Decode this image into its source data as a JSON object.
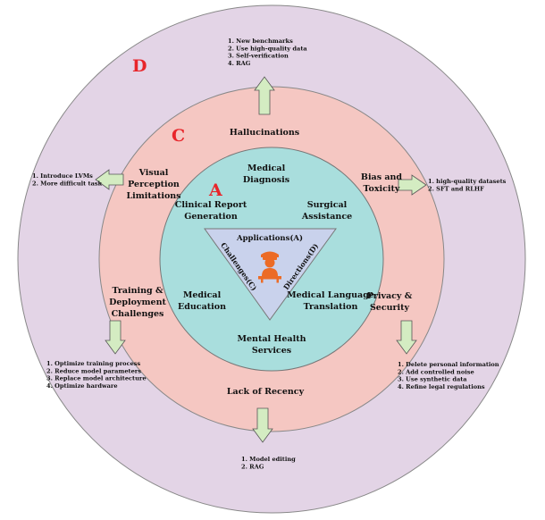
{
  "colors": {
    "outer_ring": "#e3d4e6",
    "middle_ring": "#f5c7c2",
    "inner_circle": "#a9dedd",
    "triangle": "#c9d2ec",
    "arrow": "#d4ecc2",
    "letter_red": "#e8252a",
    "person": "#ec6b25",
    "stroke": "#555555"
  },
  "letters": {
    "d": "D",
    "c": "C",
    "a": "A"
  },
  "applications": {
    "diagnosis": [
      "Medical",
      "Diagnosis"
    ],
    "report": [
      "Clinical Report",
      "Generation"
    ],
    "surgical": [
      "Surgical",
      "Assistance"
    ],
    "education": [
      "Medical",
      "Education"
    ],
    "translation": [
      "Medical Language",
      "Translation"
    ],
    "mental": [
      "Mental Health",
      "Services"
    ]
  },
  "triangle": {
    "top": "Applications(A)",
    "left": "Challenges(C)",
    "right": "Directions(D)",
    "icon": "doctor-icon"
  },
  "challenges": {
    "hallucinations": [
      "Hallucinations"
    ],
    "visual": [
      "Visual",
      "Perception",
      "Limitations"
    ],
    "bias": [
      "Bias and",
      "Toxicity"
    ],
    "training": [
      "Training &",
      "Deployment",
      "Challenges"
    ],
    "privacy": [
      "Privacy &",
      "Security"
    ],
    "recency": [
      "Lack of Recency"
    ]
  },
  "directions": {
    "hallucinations": [
      "1. New benchmarks",
      "2. Use high-quality data",
      "3. Self-verification",
      "4. RAG"
    ],
    "visual": [
      "1. Introduce LVMs",
      "2. More difficult task"
    ],
    "bias": [
      "1. high-quality datasets",
      "2. SFT and RLHF"
    ],
    "training": [
      "1. Optimize training process",
      "2. Reduce model parameters",
      "3. Replace model architecture",
      "4. Optimize hardware"
    ],
    "privacy": [
      "1. Delete personal information",
      "2. Add controlled noise",
      "3. Use synthetic data",
      "4. Refine  legal regulations"
    ],
    "recency": [
      "1. Model editing",
      "2. RAG"
    ]
  }
}
